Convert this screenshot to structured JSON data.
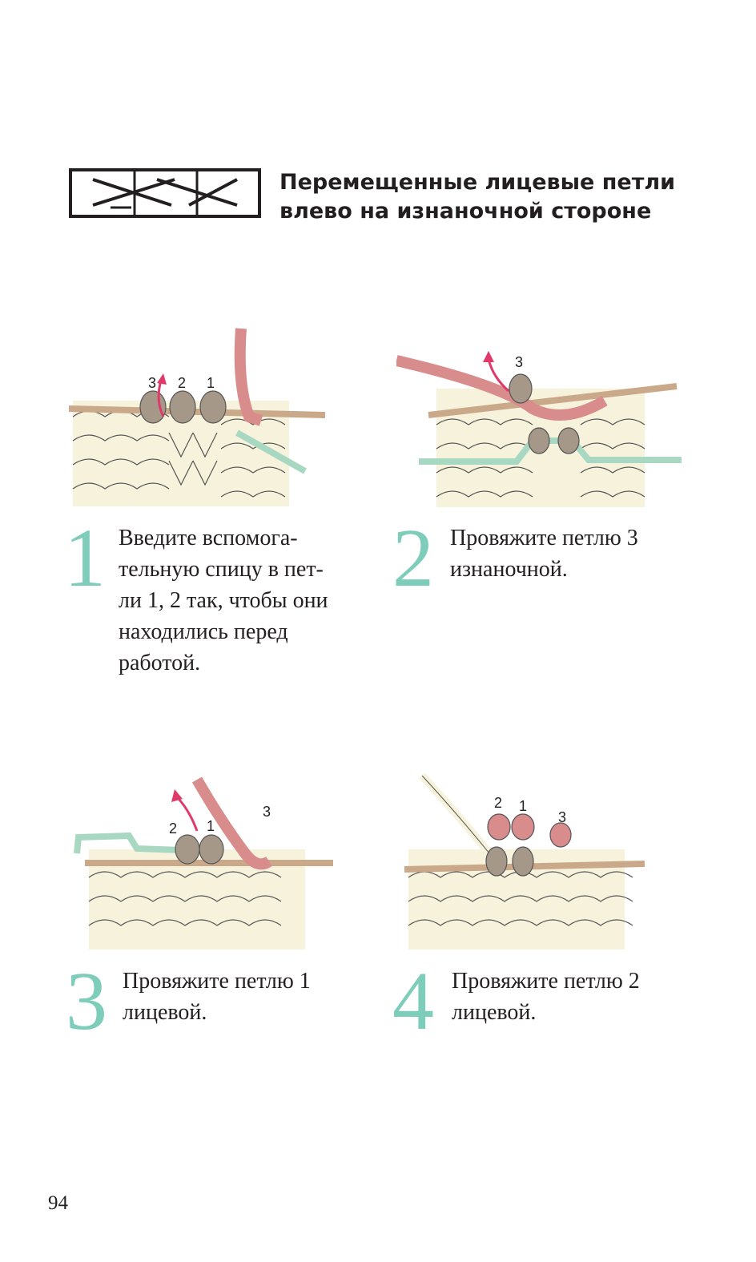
{
  "header": {
    "title_line1": "Перемещенные лицевые петли",
    "title_line2": "влево на изнаночной стороне"
  },
  "steps": [
    {
      "number": "1",
      "lines": [
        "Введите вспомога-",
        "тельную спицу в пет-",
        "ли 1, 2 так, чтобы они",
        "находились перед",
        "работой."
      ],
      "loop_labels": [
        "3",
        "2",
        "1"
      ]
    },
    {
      "number": "2",
      "lines": [
        "Провяжите петлю 3",
        "изнаночной."
      ],
      "loop_labels": [
        "3"
      ]
    },
    {
      "number": "3",
      "lines": [
        "Провяжите петлю 1",
        "лицевой."
      ],
      "loop_labels": [
        "2",
        "1",
        "3"
      ]
    },
    {
      "number": "4",
      "lines": [
        "Провяжите петлю 2",
        "лицевой."
      ],
      "loop_labels": [
        "2",
        "1",
        "3"
      ]
    }
  ],
  "colors": {
    "accent_number": "#7ecdbb",
    "yarn_cream": "#f6f2dc",
    "yarn_pink": "#d98c8c",
    "loop_taupe": "#a59888",
    "cable_needle": "#a9d8c2",
    "arrow": "#e03a6a"
  },
  "footer": {
    "page_number": "94"
  }
}
